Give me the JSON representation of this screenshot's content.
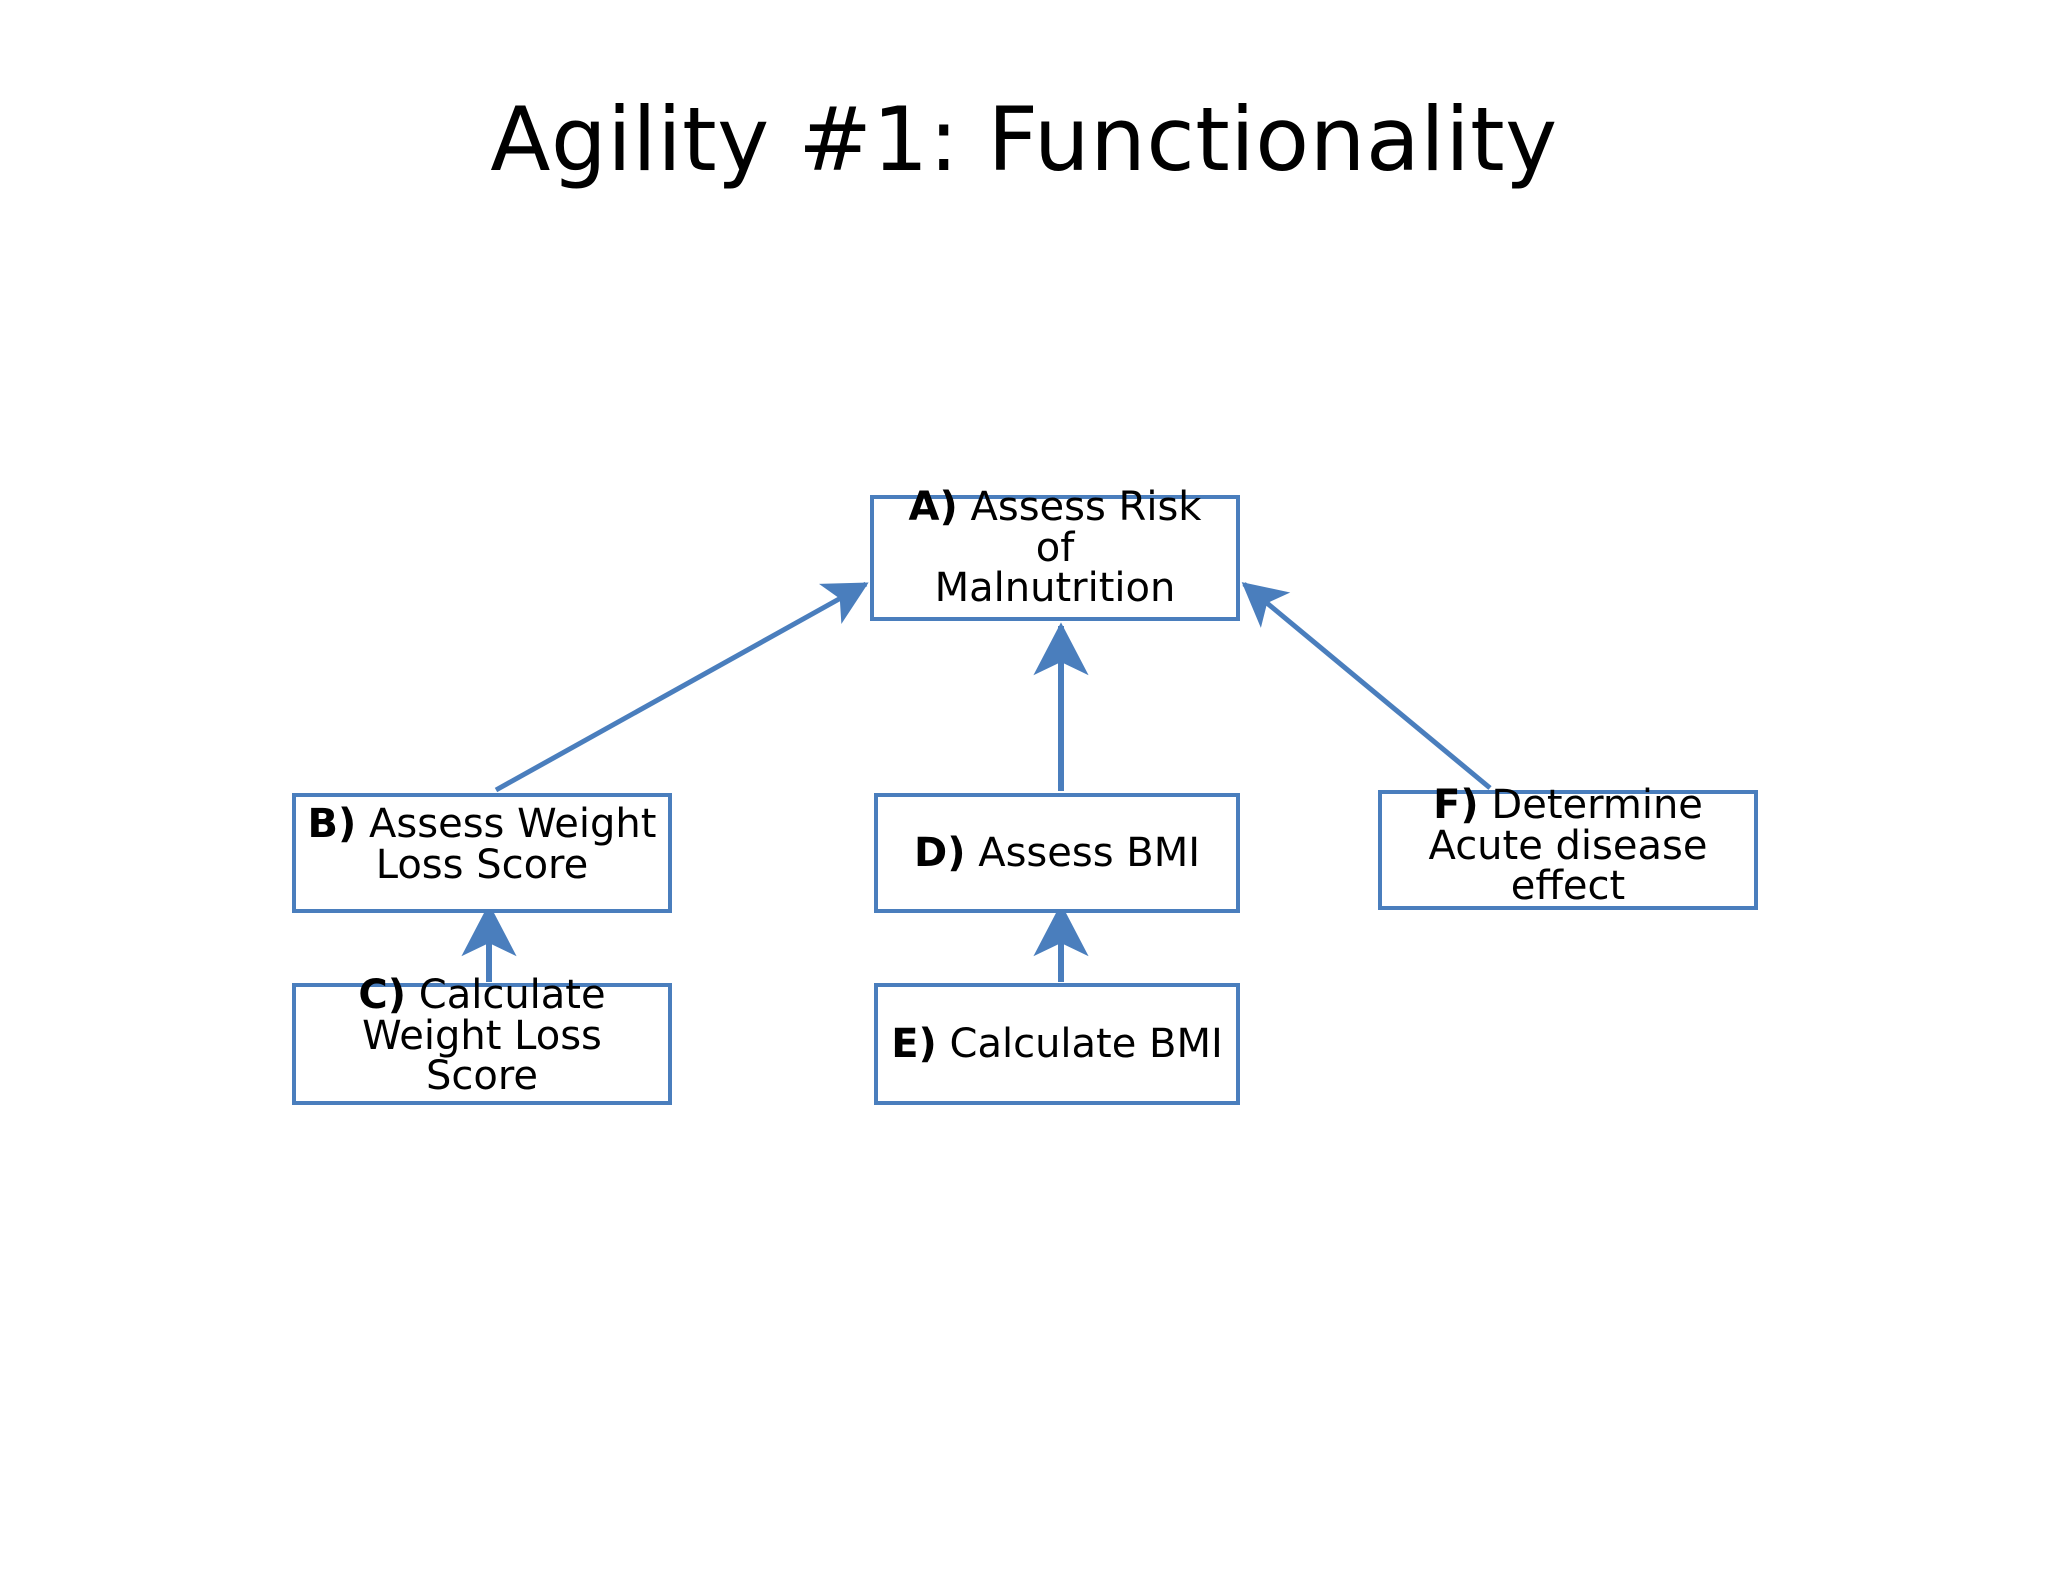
{
  "slide": {
    "title": "Agility #1: Functionality",
    "background_color": "#ffffff",
    "accent_color": "#4a7ebd",
    "text_color": "#000000"
  },
  "diagram": {
    "type": "node-link-hierarchy",
    "nodes": [
      {
        "id": "A",
        "prefix": "A)",
        "text": "Assess Risk of\nMalnutrition",
        "full": "A) Assess Risk of Malnutrition"
      },
      {
        "id": "B",
        "prefix": "B)",
        "text": "Assess Weight\nLoss Score",
        "full": "B) Assess Weight Loss Score"
      },
      {
        "id": "C",
        "prefix": "C)",
        "text": "Calculate\nWeight Loss Score",
        "full": "C) Calculate Weight Loss Score"
      },
      {
        "id": "D",
        "prefix": "D)",
        "text": "Assess BMI",
        "full": "D) Assess BMI"
      },
      {
        "id": "E",
        "prefix": "E)",
        "text": "Calculate BMI",
        "full": "E) Calculate BMI"
      },
      {
        "id": "F",
        "prefix": "F)",
        "text": "Determine\nAcute disease\neffect",
        "full": "F) Determine Acute disease effect"
      }
    ],
    "edges": [
      {
        "from": "B",
        "to": "A",
        "style": "arrow"
      },
      {
        "from": "D",
        "to": "A",
        "style": "arrow"
      },
      {
        "from": "F",
        "to": "A",
        "style": "arrow"
      },
      {
        "from": "C",
        "to": "B",
        "style": "arrow"
      },
      {
        "from": "E",
        "to": "D",
        "style": "arrow"
      }
    ]
  }
}
